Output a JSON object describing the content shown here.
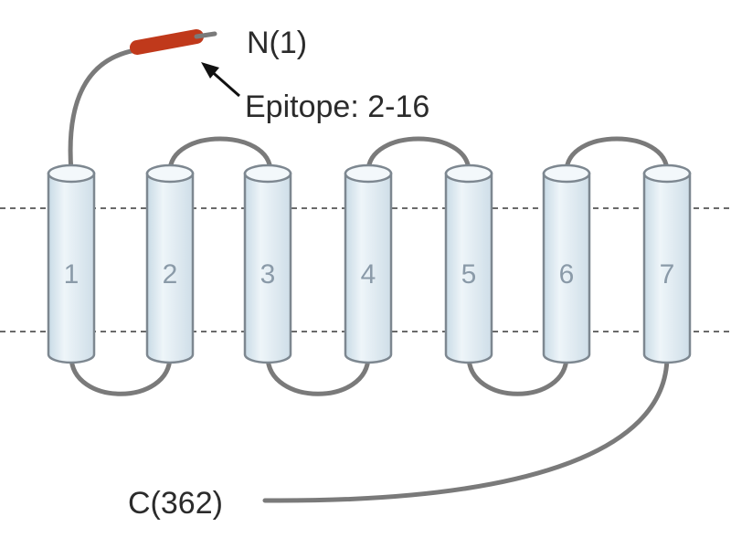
{
  "diagram": {
    "n_terminus_label": "N(1)",
    "c_terminus_label": "C(362)",
    "epitope_label": "Epitope: 2-16",
    "helices": [
      {
        "label": "1"
      },
      {
        "label": "2"
      },
      {
        "label": "3"
      },
      {
        "label": "4"
      },
      {
        "label": "5"
      },
      {
        "label": "6"
      },
      {
        "label": "7"
      }
    ]
  },
  "colors": {
    "helix_fill": "#e3eef4",
    "helix_stroke": "#7d8790",
    "loop": "#7a7a7a",
    "epitope": "#c0391b",
    "membrane_line": "#6a6a6a",
    "text": "#2b2b2b",
    "helix_number": "#8a9aa8"
  }
}
